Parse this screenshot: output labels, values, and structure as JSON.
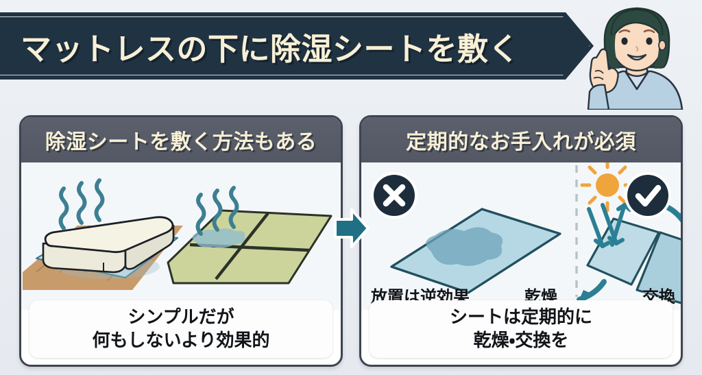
{
  "banner": {
    "title": "マットレスの下に除湿シートを敷く",
    "bg_color": "#203343",
    "text_color": "#f7f0d6"
  },
  "character": {
    "name": "pointing-woman-illustration",
    "hair_color": "#2d4a42",
    "skin_color": "#f7d9bd",
    "top_color": "#b7d1e3"
  },
  "panels": [
    {
      "id": "left",
      "header": "除湿シートを敷く方法もある",
      "header_bg": "#535864",
      "header_text_color": "#f7f0d6",
      "art": {
        "name": "mattress-on-sheet-and-tatami",
        "scene_left": "mattress-over-dehumidifier-sheet-on-wood-floor",
        "scene_right": "damp-patch-on-tatami-mats",
        "steam_color": "#3d7f92",
        "mattress_color": "#f4f2df",
        "sheet_color": "#cfe6ef",
        "floor_color": "#c79a68",
        "tatami_color": "#cdd49a"
      },
      "caption_line1": "シンプルだが",
      "caption_line2": "何もしないより効果的"
    },
    {
      "id": "right",
      "header": "定期的なお手入れが必須",
      "header_bg": "#535864",
      "header_text_color": "#f7f0d6",
      "art": {
        "name": "care-comparison",
        "bad_badge": "cross-icon",
        "good_badge": "check-icon",
        "badge_bg": "#1e2d3c",
        "sun_color": "#f0a43c",
        "sheet_color": "#a9cfdd",
        "arrow_color": "#2b7f94",
        "wet_patch_color": "#77a8bd",
        "labels": {
          "bad": "放置は逆効果",
          "dry": "乾燥",
          "replace": "交換"
        }
      },
      "caption_line1": "シートは定期的に",
      "caption_line2": "乾燥・交換を"
    }
  ],
  "mid_arrow": {
    "name": "right-arrow",
    "color": "#1f6f85"
  },
  "theme": {
    "page_bg": "#eaeef3",
    "panel_border": "#3e4450",
    "art_bg": "#f4f7f9",
    "caption_bg": "#fdfdfd",
    "caption_text": "#111418"
  }
}
